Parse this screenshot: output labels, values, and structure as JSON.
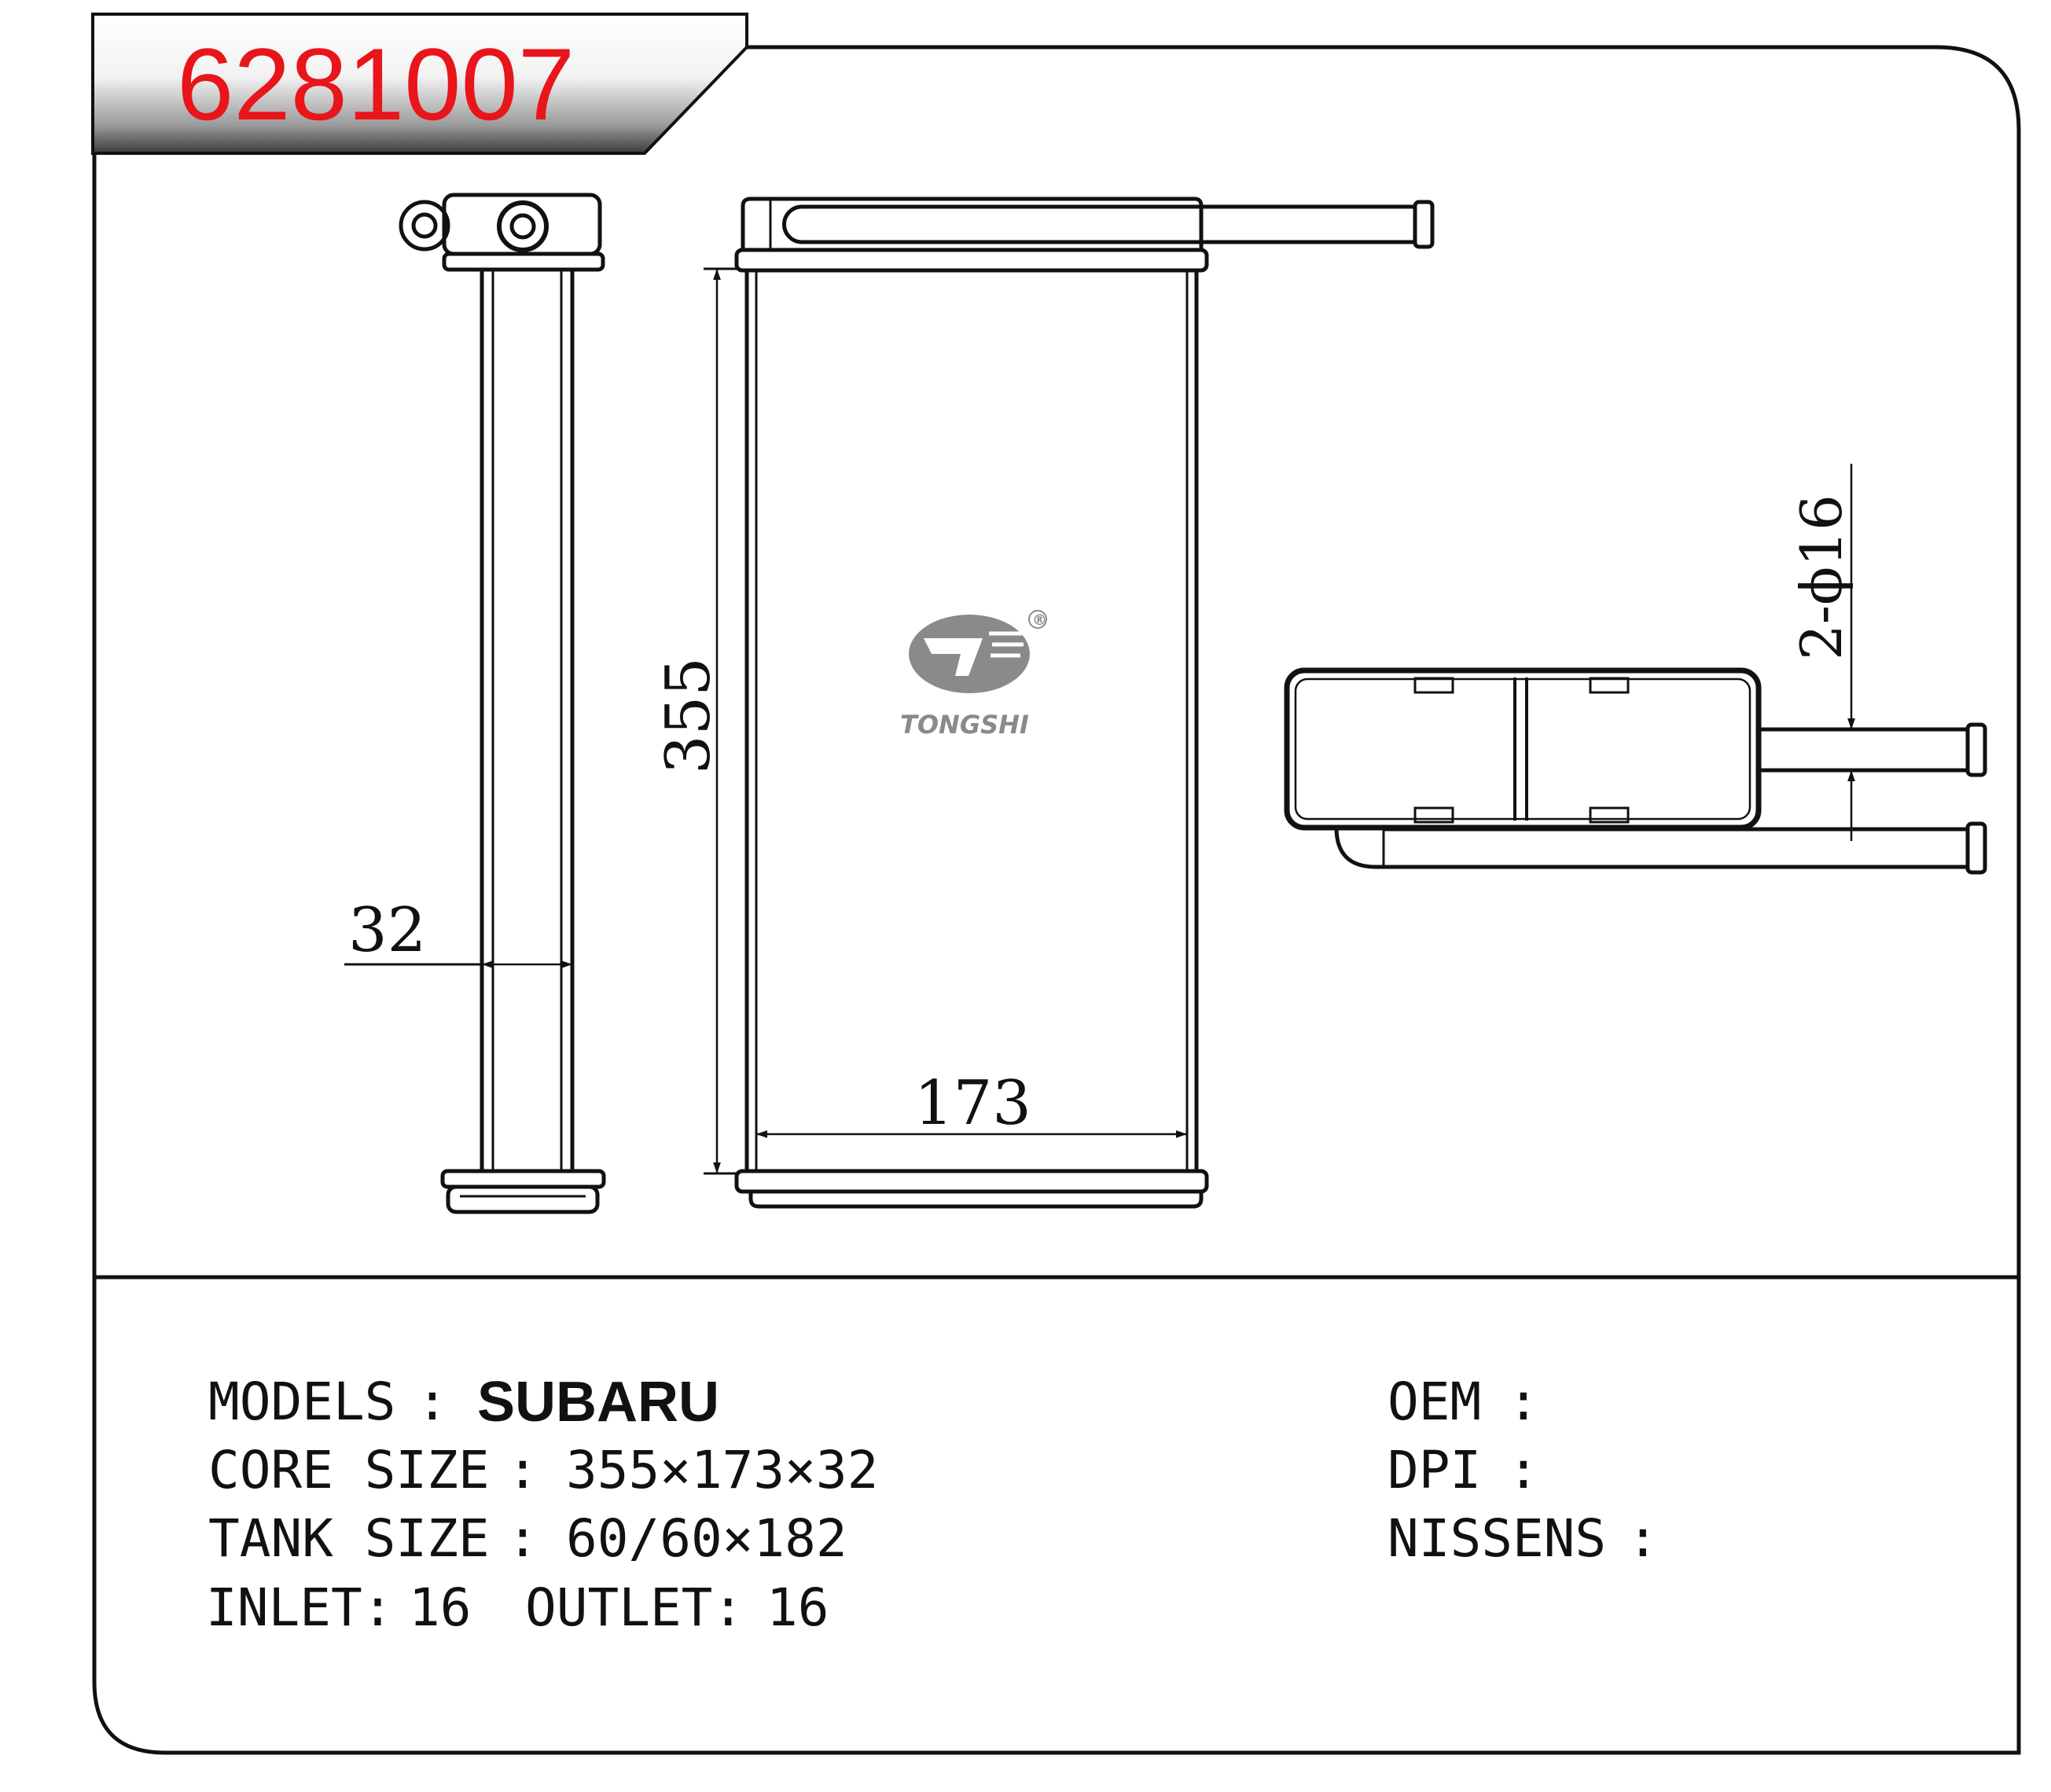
{
  "part_number": "6281007",
  "brand": {
    "name": "TONGSHI",
    "registered_mark": "®",
    "logo_color": "#8a8a8a"
  },
  "colors": {
    "part_number": "#e8151b",
    "line": "#111111",
    "header_dark": "#3a3a3a"
  },
  "dimensions": {
    "height": "355",
    "width": "173",
    "thickness": "32",
    "pipe": "2-ϕ16"
  },
  "specs": {
    "models_label": "MODELS",
    "models_value": "SUBARU",
    "core_size_label": "CORE SIZE",
    "core_size_value": "355×173×32",
    "tank_size_label": "TANK SIZE",
    "tank_size_value": "60/60×182",
    "inlet_label": "INLET:",
    "inlet_value": "16",
    "outlet_label": "OUTLET:",
    "outlet_value": "16",
    "oem_label": "OEM",
    "dpi_label": "DPI",
    "nissens_label": "NISSENS",
    "separator": ":"
  }
}
